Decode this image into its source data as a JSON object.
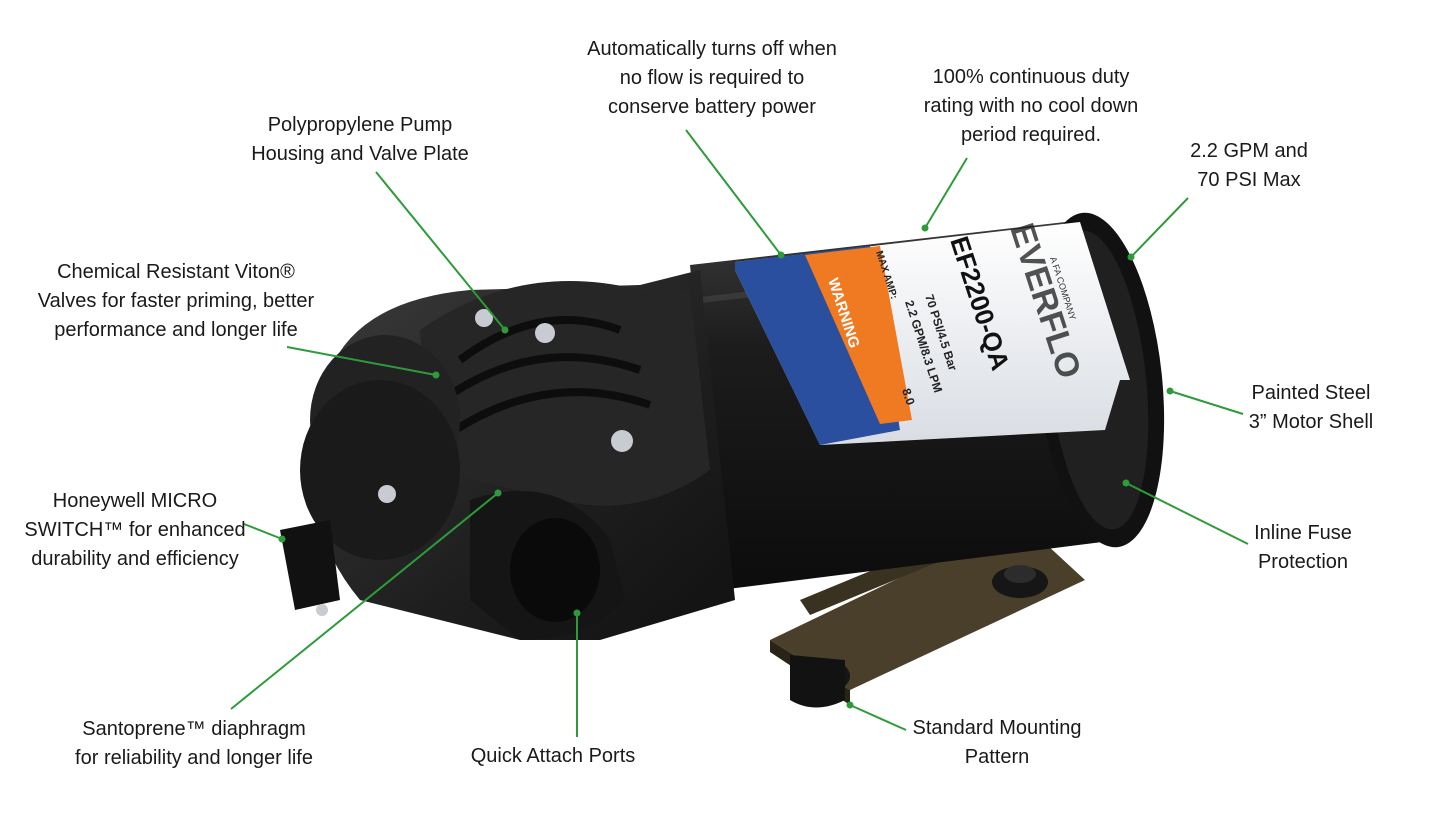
{
  "colors": {
    "leader": "#2e9b3a",
    "pump_body": "#1b1b1b",
    "label_blue": "#2a4f9e",
    "label_orange": "#ef7a22"
  },
  "product_label": {
    "brand": "EVERFLO",
    "tagline": "A FA COMPANY",
    "model": "EF2200-QA",
    "pressure": "70 PSI/4.5 Bar",
    "flow": "2.2 GPM/8.3 LPM",
    "max_amp_label": "MAX AMP:",
    "max_amp_value": "8.0",
    "warning": "WARNING"
  },
  "callouts": {
    "polypropylene": {
      "lines": [
        "Polypropylene Pump",
        "Housing and Valve Plate"
      ]
    },
    "auto_off": {
      "lines": [
        "Automatically turns off when",
        "no flow is required to",
        "conserve battery power"
      ]
    },
    "continuous_duty": {
      "lines": [
        "100% continuous duty",
        "rating with no cool down",
        "period required."
      ]
    },
    "gpm_psi": {
      "lines": [
        "2.2 GPM and",
        "70 PSI Max"
      ]
    },
    "viton": {
      "lines": [
        "Chemical Resistant Viton®",
        "Valves for faster priming, better",
        "performance and longer life"
      ]
    },
    "motor_shell": {
      "lines": [
        "Painted Steel",
        "3” Motor Shell"
      ]
    },
    "micro_switch": {
      "lines": [
        "Honeywell MICRO",
        "SWITCH™ for enhanced",
        "durability and efficiency"
      ]
    },
    "fuse": {
      "lines": [
        "Inline Fuse",
        "Protection"
      ]
    },
    "diaphragm": {
      "lines": [
        "Santoprene™ diaphragm",
        "for reliability and longer life"
      ]
    },
    "ports": {
      "lines": [
        "Quick Attach Ports"
      ]
    },
    "mounting": {
      "lines": [
        "Standard Mounting",
        "Pattern"
      ]
    }
  }
}
